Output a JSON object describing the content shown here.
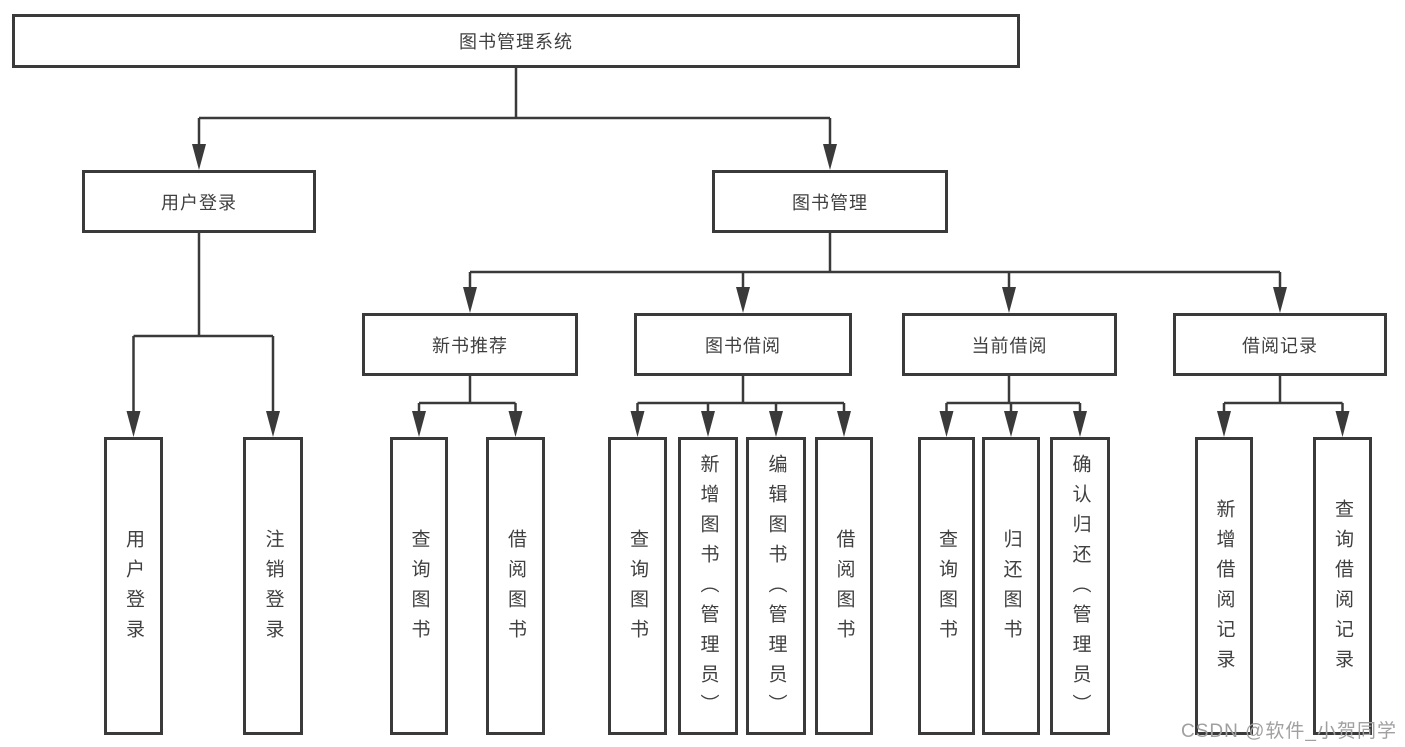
{
  "diagram": {
    "root": {
      "label": "图书管理系统"
    },
    "branches": [
      {
        "label": "用户登录",
        "children": [
          {
            "label": "用户登录"
          },
          {
            "label": "注销登录"
          }
        ]
      },
      {
        "label": "图书管理",
        "children": [
          {
            "label": "新书推荐",
            "children": [
              {
                "label": "查询图书"
              },
              {
                "label": "借阅图书"
              }
            ]
          },
          {
            "label": "图书借阅",
            "children": [
              {
                "label": "查询图书"
              },
              {
                "label": "新增图书（管理员）"
              },
              {
                "label": "编辑图书（管理员）"
              },
              {
                "label": "借阅图书"
              }
            ]
          },
          {
            "label": "当前借阅",
            "children": [
              {
                "label": "查询图书"
              },
              {
                "label": "归还图书"
              },
              {
                "label": "确认归还（管理员）"
              }
            ]
          },
          {
            "label": "借阅记录",
            "children": [
              {
                "label": "新增借阅记录"
              },
              {
                "label": "查询借阅记录"
              }
            ]
          }
        ]
      }
    ]
  },
  "watermark": {
    "text": "CSDN @软件_小贺同学"
  },
  "colors": {
    "line": "#3a3a3a",
    "text": "#404040",
    "background": "#ffffff",
    "watermark": "#a0a0a0"
  }
}
